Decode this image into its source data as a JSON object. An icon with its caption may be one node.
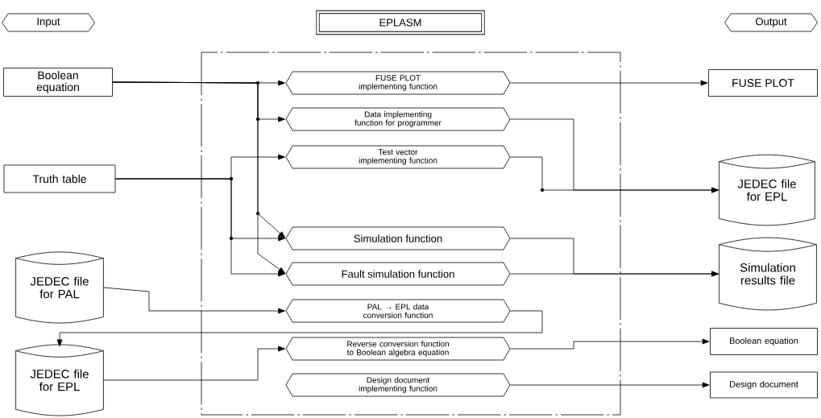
{
  "diagram": {
    "nodes": [
      {
        "text": [
          "Input"
        ]
      },
      {
        "text": [
          "EPLASM"
        ]
      },
      {
        "text": [
          "Output"
        ]
      },
      {
        "text": [
          "Boolean equation"
        ]
      },
      {
        "text": [
          "Truth table"
        ]
      },
      {
        "text": [
          "JEDEC file for PAL"
        ]
      },
      {
        "text": [
          "JEDEC file for EPL"
        ]
      },
      {
        "text": [
          "FUSE PLOT implementing function"
        ]
      },
      {
        "text": [
          "Data implementing function for programmer"
        ]
      },
      {
        "text": [
          "Test vector implementing function"
        ]
      },
      {
        "text": [
          "Simulation function"
        ]
      },
      {
        "text": [
          "Fault simulation function"
        ]
      },
      {
        "text": [
          "PAL → EPL data conversion function"
        ]
      },
      {
        "text": [
          "Reverse conversion function to Boolean algebra equation"
        ]
      },
      {
        "text": [
          "Design document implementing function"
        ]
      },
      {
        "text": [
          "FUSE PLOT"
        ]
      },
      {
        "text": [
          "JEDEC file for EPL"
        ]
      },
      {
        "text": [
          "Simulation results file"
        ]
      },
      {
        "text": [
          "Boolean equation"
        ]
      },
      {
        "text": [
          "Design document"
        ]
      }
    ],
    "edges": [
      {
        "from": 3,
        "to": 7,
        "arrow": "to"
      },
      {
        "from": 3,
        "to": 8,
        "arrow": "to"
      },
      {
        "from": 3,
        "to": 10,
        "arrow": "to"
      },
      {
        "from": 3,
        "to": 11,
        "arrow": "to"
      },
      {
        "from": 4,
        "to": 9,
        "arrow": "to"
      },
      {
        "from": 4,
        "to": 10,
        "arrow": "to"
      },
      {
        "from": 4,
        "to": 11,
        "arrow": "to"
      },
      {
        "from": 5,
        "to": 12,
        "arrow": "to"
      },
      {
        "from": 12,
        "to": 6,
        "arrow": "to"
      },
      {
        "from": 9,
        "to": 16,
        "arrow": "to"
      },
      {
        "from": 8,
        "to": 16,
        "arrow": "to"
      },
      {
        "from": 10,
        "to": 17,
        "arrow": "to"
      },
      {
        "from": 11,
        "to": 17,
        "arrow": "to"
      },
      {
        "from": 6,
        "to": 13,
        "arrow": "to"
      },
      {
        "from": 13,
        "to": 18,
        "arrow": "to"
      },
      {
        "from": 14,
        "to": 19,
        "arrow": "to"
      },
      {
        "from": 7,
        "to": 15,
        "arrow": "to"
      }
    ]
  }
}
